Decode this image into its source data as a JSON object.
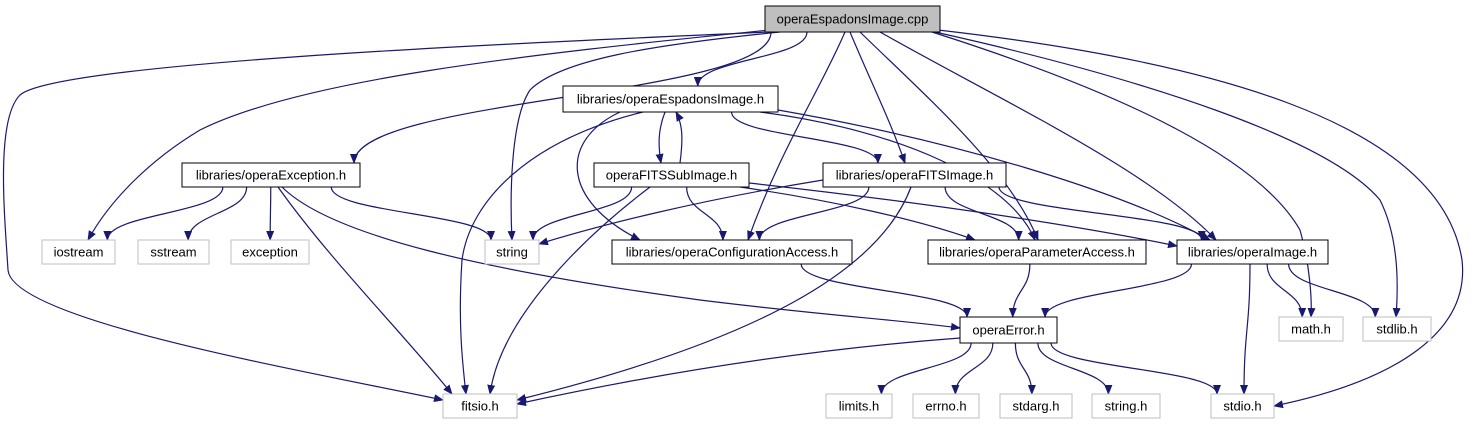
{
  "colors": {
    "edge": "#191970",
    "root_fill": "#bfbfbf",
    "node_stroke": "#000000",
    "external_stroke": "#bfbfbf",
    "text": "#000000",
    "external_text": "#000000"
  },
  "nodes": [
    {
      "id": "root",
      "label": "operaEspadonsImage.cpp",
      "kind": "root"
    },
    {
      "id": "espadons",
      "label": "libraries/operaEspadonsImage.h",
      "kind": "local"
    },
    {
      "id": "exception",
      "label": "libraries/operaException.h",
      "kind": "local"
    },
    {
      "id": "fitssub",
      "label": "operaFITSSubImage.h",
      "kind": "local"
    },
    {
      "id": "fitsimage",
      "label": "libraries/operaFITSImage.h",
      "kind": "local"
    },
    {
      "id": "iostream",
      "label": "iostream",
      "kind": "external"
    },
    {
      "id": "sstream",
      "label": "sstream",
      "kind": "external"
    },
    {
      "id": "stdexception",
      "label": "exception",
      "kind": "external"
    },
    {
      "id": "string",
      "label": "string",
      "kind": "external"
    },
    {
      "id": "config",
      "label": "libraries/operaConfigurationAccess.h",
      "kind": "local"
    },
    {
      "id": "param",
      "label": "libraries/operaParameterAccess.h",
      "kind": "local"
    },
    {
      "id": "image",
      "label": "libraries/operaImage.h",
      "kind": "local"
    },
    {
      "id": "math",
      "label": "math.h",
      "kind": "external"
    },
    {
      "id": "stdlib",
      "label": "stdlib.h",
      "kind": "external"
    },
    {
      "id": "error",
      "label": "operaError.h",
      "kind": "local"
    },
    {
      "id": "fitsio",
      "label": "fitsio.h",
      "kind": "external"
    },
    {
      "id": "limits",
      "label": "limits.h",
      "kind": "external"
    },
    {
      "id": "errno",
      "label": "errno.h",
      "kind": "external"
    },
    {
      "id": "stdarg",
      "label": "stdarg.h",
      "kind": "external"
    },
    {
      "id": "cstring",
      "label": "string.h",
      "kind": "external"
    },
    {
      "id": "stdio",
      "label": "stdio.h",
      "kind": "external"
    }
  ],
  "edges": [
    [
      "root",
      "espadons"
    ],
    [
      "root",
      "exception"
    ],
    [
      "root",
      "iostream"
    ],
    [
      "root",
      "string"
    ],
    [
      "root",
      "config"
    ],
    [
      "root",
      "fitsimage"
    ],
    [
      "root",
      "param"
    ],
    [
      "root",
      "image"
    ],
    [
      "root",
      "math"
    ],
    [
      "root",
      "stdlib"
    ],
    [
      "root",
      "stdio"
    ],
    [
      "root",
      "fitsio"
    ],
    [
      "espadons",
      "fitssub"
    ],
    [
      "fitssub",
      "espadons"
    ],
    [
      "espadons",
      "fitsimage"
    ],
    [
      "espadons",
      "config"
    ],
    [
      "espadons",
      "param"
    ],
    [
      "espadons",
      "image"
    ],
    [
      "espadons",
      "fitsio"
    ],
    [
      "exception",
      "iostream"
    ],
    [
      "exception",
      "sstream"
    ],
    [
      "exception",
      "stdexception"
    ],
    [
      "exception",
      "string"
    ],
    [
      "exception",
      "error"
    ],
    [
      "exception",
      "fitsio"
    ],
    [
      "fitssub",
      "string"
    ],
    [
      "fitssub",
      "config"
    ],
    [
      "fitssub",
      "param"
    ],
    [
      "fitssub",
      "image"
    ],
    [
      "fitssub",
      "fitsio"
    ],
    [
      "fitsimage",
      "string"
    ],
    [
      "fitsimage",
      "config"
    ],
    [
      "fitsimage",
      "param"
    ],
    [
      "fitsimage",
      "image"
    ],
    [
      "fitsimage",
      "fitsio"
    ],
    [
      "config",
      "error"
    ],
    [
      "param",
      "error"
    ],
    [
      "image",
      "error"
    ],
    [
      "image",
      "math"
    ],
    [
      "image",
      "stdlib"
    ],
    [
      "image",
      "stdio"
    ],
    [
      "error",
      "fitsio"
    ],
    [
      "error",
      "limits"
    ],
    [
      "error",
      "errno"
    ],
    [
      "error",
      "stdarg"
    ],
    [
      "error",
      "cstring"
    ],
    [
      "error",
      "stdio"
    ]
  ]
}
